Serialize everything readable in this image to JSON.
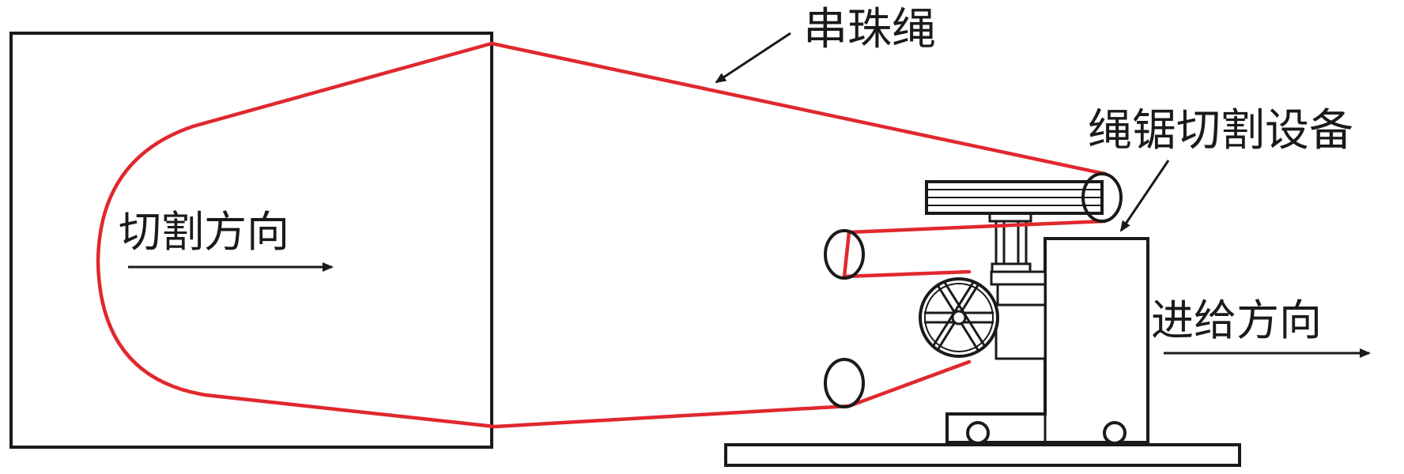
{
  "labels": {
    "rope": "串珠绳",
    "equipment": "绳锯切割设备",
    "cut_direction": "切割方向",
    "feed_direction": "进给方向"
  },
  "colors": {
    "rope": "#e0282e",
    "structure": "#1a1a1a",
    "background": "#ffffff"
  }
}
